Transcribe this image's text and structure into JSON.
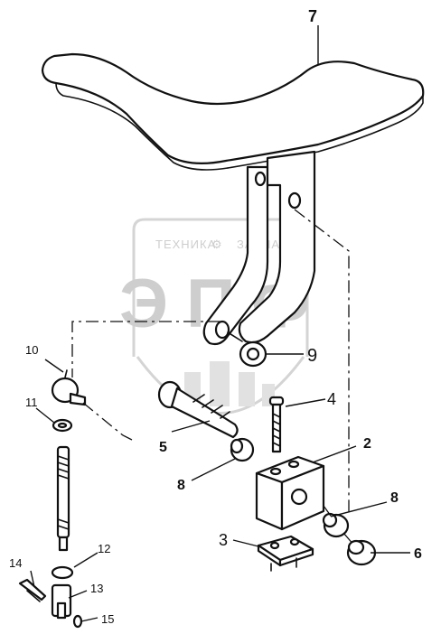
{
  "watermark": {
    "top_text": "ТЕХНИКА",
    "top_text_right": "ЗАПЧАСТИ",
    "letters": [
      "Э",
      "П",
      "Ф"
    ]
  },
  "callouts": {
    "p7": "7",
    "p9": "9",
    "p10": "10",
    "p11": "11",
    "p4": "4",
    "p5": "5",
    "p2": "2",
    "p8a": "8",
    "p8b": "8",
    "p3": "3",
    "p12": "12",
    "p6": "6",
    "p14": "14",
    "p13": "13",
    "p15": "15"
  },
  "colors": {
    "line": "#111111",
    "watermark": "#c9c9c9",
    "background": "#ffffff"
  }
}
